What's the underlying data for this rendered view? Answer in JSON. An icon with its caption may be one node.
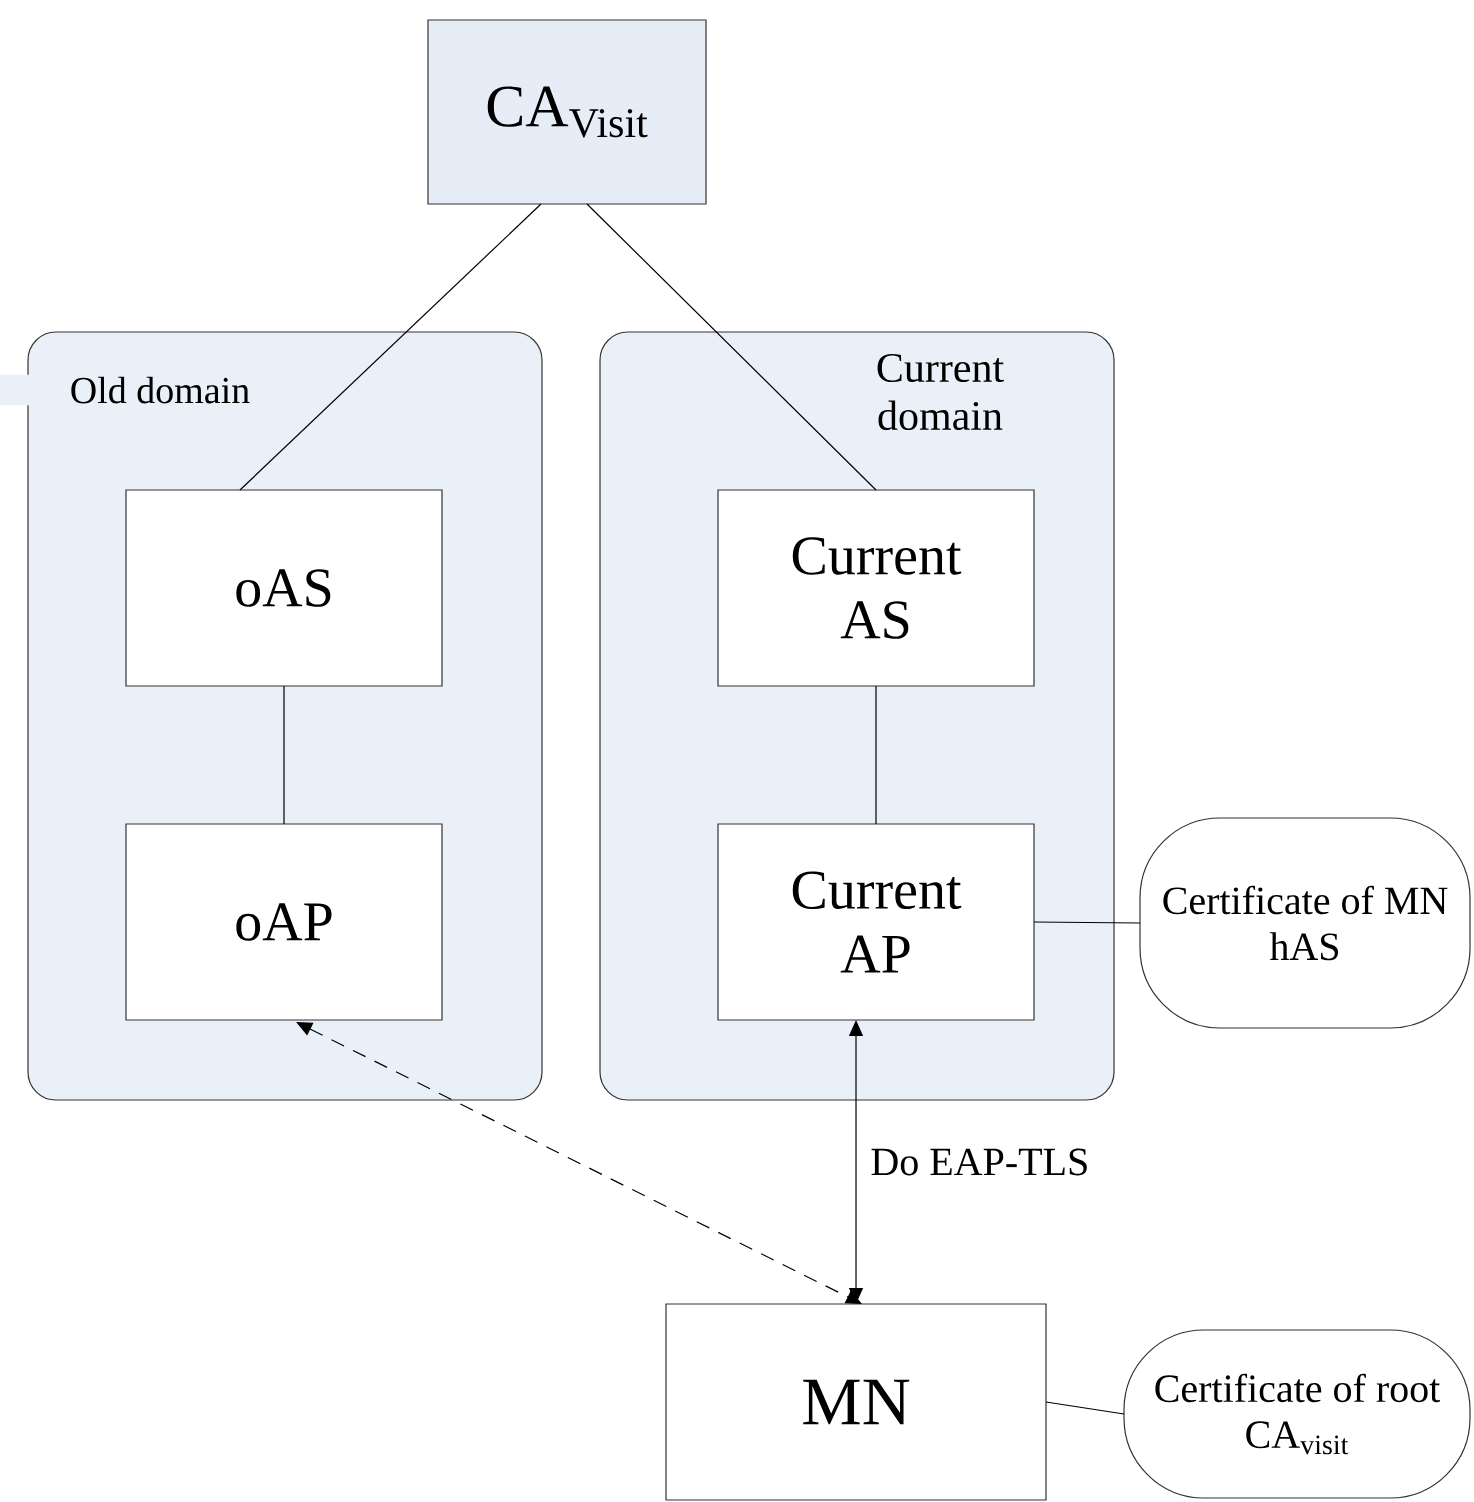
{
  "diagram": {
    "nodes": [
      {
        "text": [
          "CA$_{Visit}$"
        ]
      },
      {
        "text": [
          "Old domain"
        ]
      },
      {
        "text": [
          "oAS"
        ],
        "in": 1
      },
      {
        "text": [
          "oAP"
        ],
        "in": 1
      },
      {
        "text": [
          "Current domain"
        ]
      },
      {
        "text": [
          "Current AS"
        ],
        "in": 4
      },
      {
        "text": [
          "Current AP"
        ],
        "in": 4
      },
      {
        "text": [
          "Certificate of MN hAS"
        ]
      },
      {
        "text": [
          "MN"
        ]
      },
      {
        "text": [
          "Certificate of root CA$_{visit}$"
        ]
      }
    ],
    "edges": [
      {
        "from": 0,
        "to": 2,
        "arrow": "none"
      },
      {
        "from": 0,
        "to": 5,
        "arrow": "none"
      },
      {
        "from": 2,
        "to": 3,
        "arrow": "none"
      },
      {
        "from": 5,
        "to": 6,
        "arrow": "none"
      },
      {
        "from": 6,
        "to": 7,
        "arrow": "none"
      },
      {
        "from": 3,
        "to": 8,
        "arrow": "both",
        "style": "dashed"
      },
      {
        "from": 6,
        "to": 8,
        "arrow": "both",
        "label": "Do EAP-TLS"
      },
      {
        "from": 8,
        "to": 9,
        "arrow": "none"
      }
    ]
  }
}
